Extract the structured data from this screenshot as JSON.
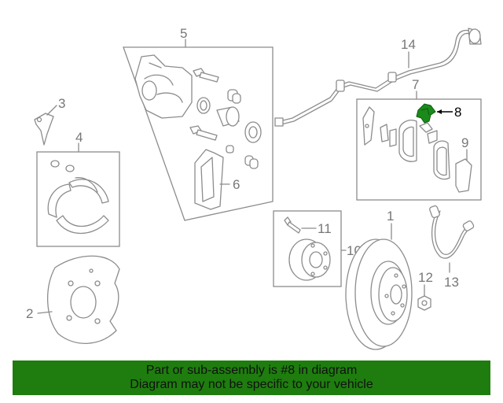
{
  "callouts": {
    "c1": "1",
    "c2": "2",
    "c3": "3",
    "c4": "4",
    "c5": "5",
    "c6": "6",
    "c7": "7",
    "c8": "8",
    "c9": "9",
    "c10": "10",
    "c11": "11",
    "c12": "12",
    "c13": "13",
    "c14": "14"
  },
  "highlighted_part": "8",
  "colors": {
    "banner_bg": "#1e7d0e",
    "highlight": "#1a8a1a",
    "line": "#8c8c8c"
  },
  "banner": {
    "line1": "Part or sub-assembly is #8 in diagram",
    "line2": "Diagram may not be specific to your vehicle"
  }
}
